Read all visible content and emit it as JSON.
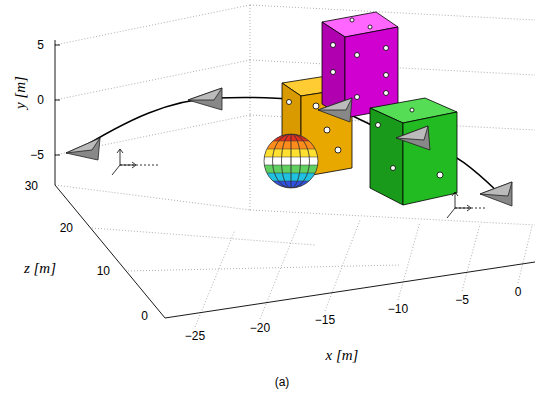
{
  "diagram": {
    "labels": [
      "5",
      "0",
      "−5",
      "y [m]",
      "30",
      "20",
      "10",
      "0",
      "z [m]",
      "−25",
      "−20",
      "−15",
      "−10",
      "−5",
      "0",
      "x [m]",
      "(a)"
    ]
  }
}
